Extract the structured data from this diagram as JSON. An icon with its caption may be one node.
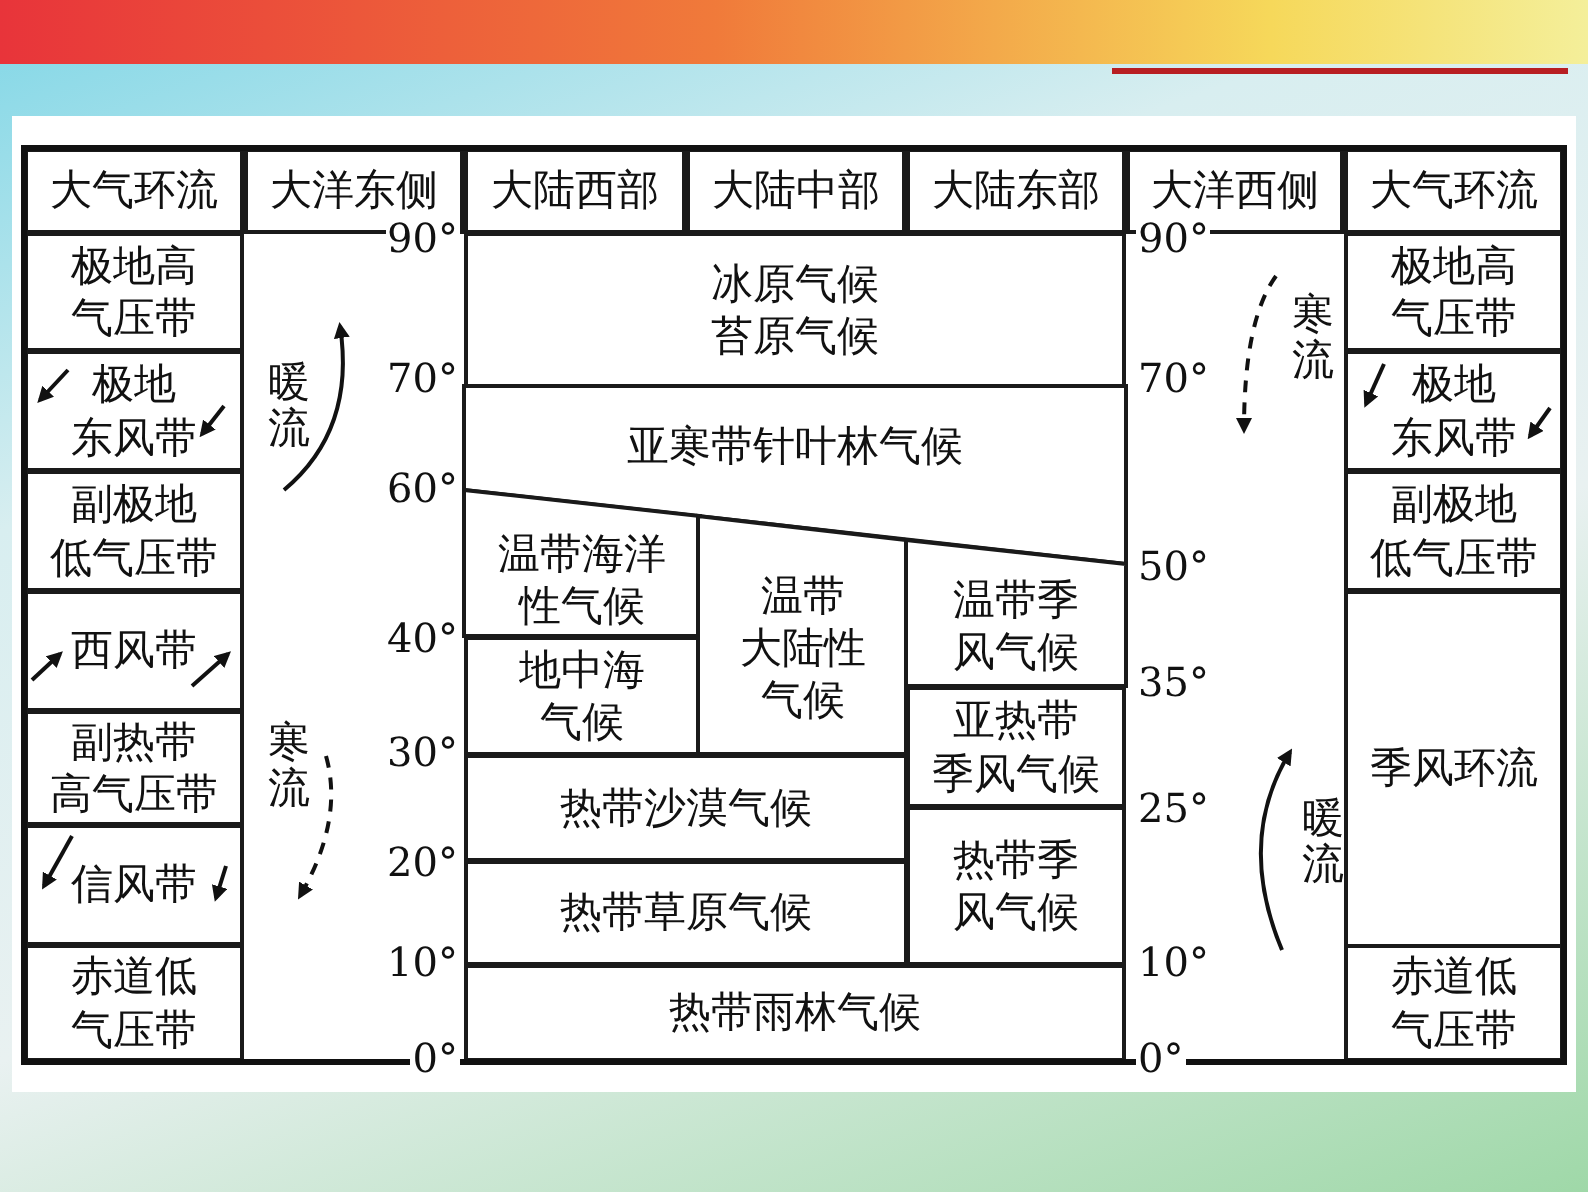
{
  "diagram": {
    "nodes": [
      {
        "text": [
          "大气环流"
        ]
      },
      {
        "text": [
          "大洋东侧"
        ]
      },
      {
        "text": [
          "大陆西部"
        ]
      },
      {
        "text": [
          "大陆中部"
        ]
      },
      {
        "text": [
          "大陆东部"
        ]
      },
      {
        "text": [
          "大洋西侧"
        ]
      },
      {
        "text": [
          "大气环流"
        ]
      },
      {
        "text": [
          "极地高气压带"
        ]
      },
      {
        "text": [
          "冰原气候",
          "苔原气候"
        ]
      },
      {
        "text": [
          "极地高气压带"
        ]
      },
      {
        "text": [
          "极地东风带"
        ]
      },
      {
        "text": [
          "极地东风带"
        ]
      },
      {
        "text": [
          "亚寒带针叶林气候"
        ]
      },
      {
        "text": [
          "副极地低气压带"
        ]
      },
      {
        "text": [
          "副极地低气压带"
        ]
      },
      {
        "text": [
          "温带海洋性气候"
        ]
      },
      {
        "text": [
          "温带大陆性气候"
        ]
      },
      {
        "text": [
          "温带季风气候"
        ]
      },
      {
        "text": [
          "西风带"
        ]
      },
      {
        "text": [
          "季风环流"
        ]
      },
      {
        "text": [
          "地中海气候"
        ]
      },
      {
        "text": [
          "亚热带季风气候"
        ]
      },
      {
        "text": [
          "副热带高气压带"
        ]
      },
      {
        "text": [
          "热带沙漠气候"
        ]
      },
      {
        "text": [
          "热带季风气候"
        ]
      },
      {
        "text": [
          "信风带"
        ]
      },
      {
        "text": [
          "热带草原气候"
        ]
      },
      {
        "text": [
          "热带雨林气候"
        ]
      },
      {
        "text": [
          "赤道低气压带"
        ]
      },
      {
        "text": [
          "赤道低气压带"
        ]
      }
    ],
    "labels": [
      "90°",
      "70°",
      "60°",
      "40°",
      "30°",
      "20°",
      "10°",
      "0°",
      "暖流",
      "寒流",
      "寒流",
      "暖流",
      "90°",
      "70°",
      "50°",
      "35°",
      "25°",
      "10°",
      "0°"
    ]
  }
}
